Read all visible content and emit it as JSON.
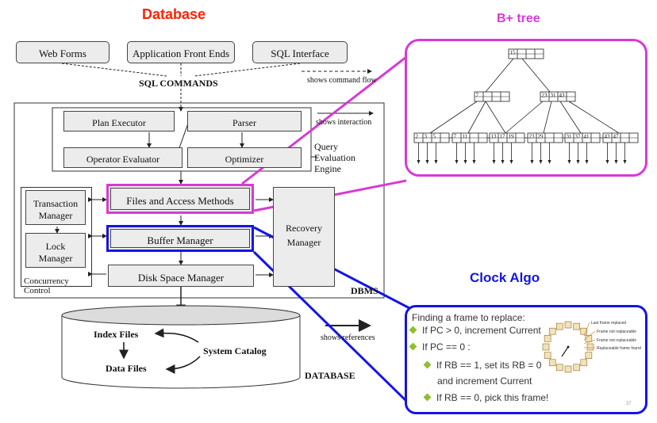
{
  "headings": {
    "database": "Database",
    "bplus_tree": "B+ tree",
    "clock_algo": "Clock Algo"
  },
  "top_inputs": [
    "Web Forms",
    "Application Front Ends",
    "SQL Interface"
  ],
  "sql_commands": "SQL COMMANDS",
  "legend": {
    "command_flow": "shows command flow",
    "interaction": "shows interaction",
    "references": "shows references"
  },
  "query_engine": {
    "plan_executor": "Plan Executor",
    "parser": "Parser",
    "operator_evaluator": "Operator Evaluator",
    "optimizer": "Optimizer",
    "label_lines": [
      "Query",
      "Evaluation",
      "Engine"
    ]
  },
  "storage": {
    "files_access": "Files and Access Methods",
    "buffer_manager": "Buffer Manager",
    "disk_space_manager": "Disk Space Manager",
    "transaction_manager": [
      "Transaction",
      "Manager"
    ],
    "lock_manager": [
      "Lock",
      "Manager"
    ],
    "recovery_manager": [
      "Recovery",
      "Manager"
    ],
    "concurrency_control": [
      "Concurrency",
      "Control"
    ],
    "dbms": "DBMS"
  },
  "database": {
    "index_files": "Index Files",
    "data_files": "Data Files",
    "system_catalog": "System Catalog",
    "label": "DATABASE"
  },
  "btree": {
    "root": [
      "15"
    ],
    "inner_left": [
      "7"
    ],
    "inner_right": [
      "23",
      "31",
      "43"
    ],
    "leaves": [
      [
        "2",
        "3",
        "5"
      ],
      [
        "7",
        "11"
      ],
      [
        "13",
        "17",
        "19"
      ],
      [
        "23",
        "29"
      ],
      [
        "31",
        "37",
        "41"
      ],
      [
        "43",
        "47"
      ]
    ]
  },
  "clock": {
    "title": "Finding a frame to replace:",
    "bullets": [
      {
        "text": "If PC > 0, increment Current",
        "level": 1
      },
      {
        "text": "If PC == 0 :",
        "level": 1
      },
      {
        "text": "If RB == 1, set its RB = 0",
        "level": 2
      },
      {
        "text": "and increment Current",
        "level": 3
      },
      {
        "text": "If RB == 0, pick this frame!",
        "level": 2
      }
    ],
    "figure_labels": [
      "Last frame replaced",
      "Frame not replaceable",
      "Frame not replaceable",
      "Replaceable frame found"
    ],
    "page_number": "37"
  },
  "colors": {
    "heading_red": "#ff2200",
    "magenta": "#d63ad6",
    "blue": "#1414e6",
    "bullet_green": "#8fbf2e"
  }
}
